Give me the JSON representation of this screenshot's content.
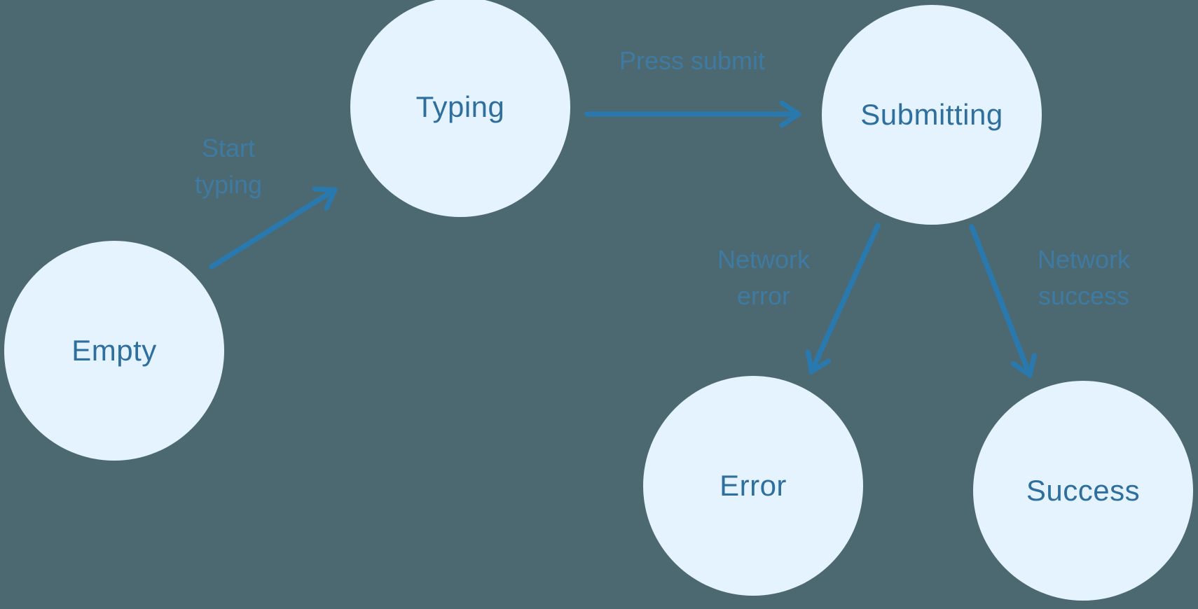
{
  "diagram": {
    "type": "state-machine",
    "states": [
      {
        "id": "empty",
        "label": "Empty"
      },
      {
        "id": "typing",
        "label": "Typing"
      },
      {
        "id": "submitting",
        "label": "Submitting"
      },
      {
        "id": "error",
        "label": "Error"
      },
      {
        "id": "success",
        "label": "Success"
      }
    ],
    "transitions": [
      {
        "from": "empty",
        "to": "typing",
        "label": "Start\ntyping"
      },
      {
        "from": "typing",
        "to": "submitting",
        "label": "Press submit"
      },
      {
        "from": "submitting",
        "to": "error",
        "label": "Network\nerror"
      },
      {
        "from": "submitting",
        "to": "success",
        "label": "Network\nsuccess"
      }
    ],
    "colors": {
      "background": "#4C6971",
      "node_fill": "#E4F3FD",
      "node_text": "#2E6F9E",
      "arrow": "#2A79AE",
      "transition_label": "#3E7BA5"
    }
  }
}
